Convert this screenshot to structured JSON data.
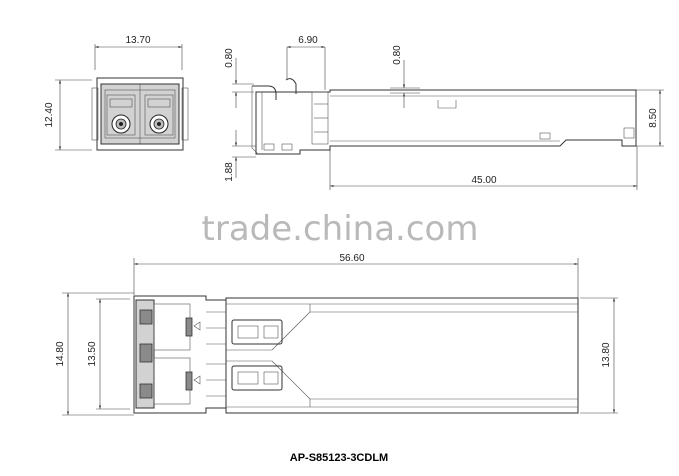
{
  "watermark": "trade.china.com",
  "part_number": "AP-S85123-3CDLM",
  "front_view": {
    "width_dim": "13.70",
    "height_dim": "12.40"
  },
  "side_view": {
    "top_gap_left": "0.80",
    "latch_dim": "6.90",
    "top_gap_right": "0.80",
    "bottom_dim": "1.88",
    "height_dim": "8.50",
    "length_dim": "45.00"
  },
  "top_view": {
    "overall_length_dim": "56.60",
    "outer_width_dim": "14.80",
    "inner_width_dim": "13.50",
    "body_width_dim": "13.80"
  }
}
